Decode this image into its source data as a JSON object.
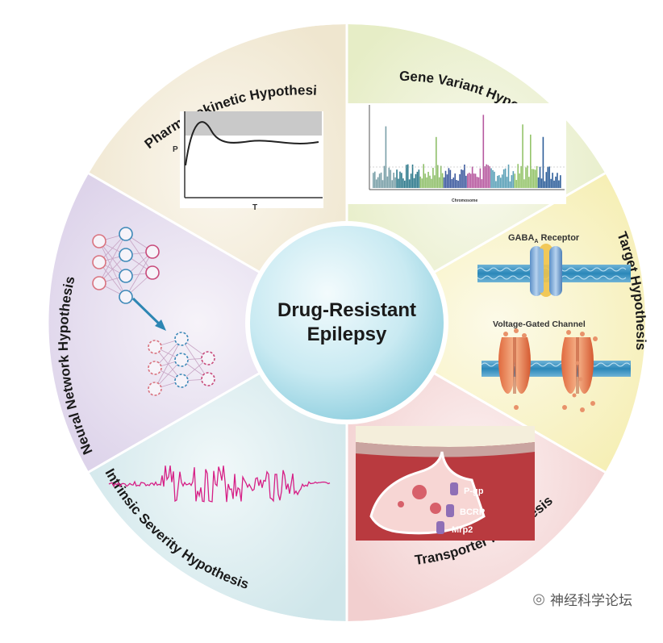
{
  "center": {
    "line1": "Drug-Resistant",
    "line2": "Epilepsy"
  },
  "sectors": {
    "pharmacokinetic": "Pharmacokinetic Hypothesis",
    "gene_variant": "Gene Variant Hypothesis",
    "target": "Target Hypothesis",
    "transporter": "Transporter Hypothesis",
    "intrinsic_severity": "Intrinsic Severity Hypothesis",
    "neural_network": "Neural Network Hypothesis"
  },
  "pk_plot": {
    "y_label": "P",
    "x_label": "T"
  },
  "gene_plot": {
    "x_label": "Chromosome"
  },
  "target_panel": {
    "gaba_label": "GABA",
    "gaba_sub": "A",
    "gaba_suffix": " Receptor",
    "vgc_label": "Voltage-Gated Channel"
  },
  "transporter_panel": {
    "items": [
      "P-gp",
      "BCRP",
      "Mrp2"
    ]
  },
  "watermark": {
    "icon": "wechat-icon",
    "text": "神经科学论坛"
  },
  "colors": {
    "pharmacokinetic": "#f3ecd9",
    "gene_variant": "#eef2d6",
    "target": "#f8f3c8",
    "transporter": "#f6dede",
    "intrinsic_severity": "#dcedf0",
    "neural_network": "#e7e0ef",
    "center": "#bfe6ef"
  }
}
